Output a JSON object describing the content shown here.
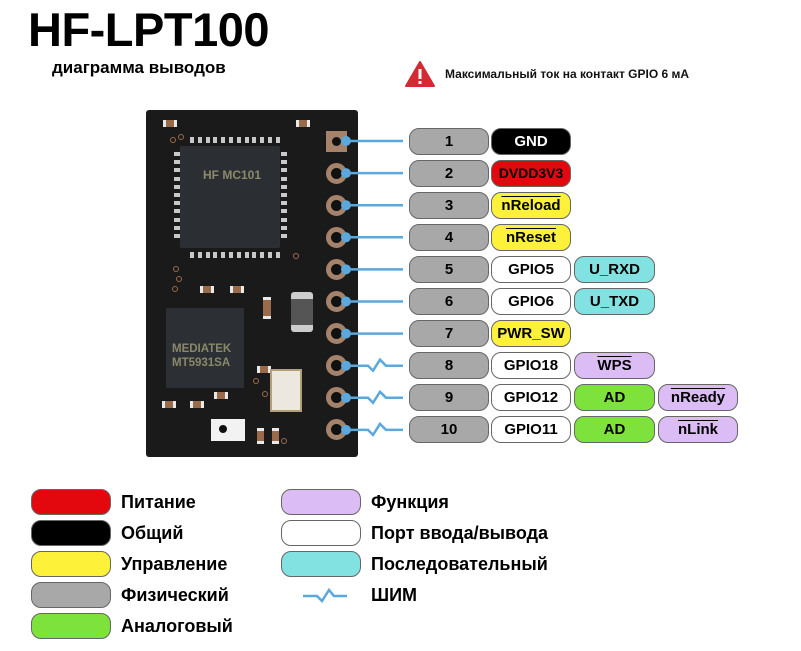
{
  "header": {
    "title": "HF-LPT100",
    "subtitle": "диаграмма выводов"
  },
  "warning": {
    "icon": "warning-triangle-icon",
    "text": "Максимальный ток на контакт GPIO 6 мА",
    "color": "#d42a34"
  },
  "board": {
    "chip_main": "HF MC101",
    "chip_rf_line1": "MEDIATEK",
    "chip_rf_line2": "MT5931SA"
  },
  "colors": {
    "power": "#e3080e",
    "ground": "#000000",
    "control": "#fdf13a",
    "physical": "#a8a8a8",
    "analog": "#7ee23d",
    "function": "#dcbcf5",
    "io_port": "#ffffff",
    "serial": "#82e2e2",
    "wire": "#5aa8dc"
  },
  "pins": [
    {
      "number": "1",
      "pwm": false,
      "labels": [
        {
          "text": "GND",
          "type": "ground",
          "overline": false
        }
      ]
    },
    {
      "number": "2",
      "pwm": false,
      "labels": [
        {
          "text": "DVDD3V3",
          "type": "power",
          "overline": false
        }
      ]
    },
    {
      "number": "3",
      "pwm": false,
      "labels": [
        {
          "text": "nReload",
          "type": "control",
          "overline": true
        }
      ]
    },
    {
      "number": "4",
      "pwm": false,
      "labels": [
        {
          "text": "nReset",
          "type": "control",
          "overline": true
        }
      ]
    },
    {
      "number": "5",
      "pwm": false,
      "labels": [
        {
          "text": "GPIO5",
          "type": "io_port",
          "overline": false
        },
        {
          "text": "U_RXD",
          "type": "serial",
          "overline": false
        }
      ]
    },
    {
      "number": "6",
      "pwm": false,
      "labels": [
        {
          "text": "GPIO6",
          "type": "io_port",
          "overline": false
        },
        {
          "text": "U_TXD",
          "type": "serial",
          "overline": false
        }
      ]
    },
    {
      "number": "7",
      "pwm": false,
      "labels": [
        {
          "text": "PWR_SW",
          "type": "control",
          "overline": false
        }
      ]
    },
    {
      "number": "8",
      "pwm": true,
      "labels": [
        {
          "text": "GPIO18",
          "type": "io_port",
          "overline": false
        },
        {
          "text": "WPS",
          "type": "function",
          "overline": true
        }
      ]
    },
    {
      "number": "9",
      "pwm": true,
      "labels": [
        {
          "text": "GPIO12",
          "type": "io_port",
          "overline": false
        },
        {
          "text": "AD",
          "type": "analog",
          "overline": false
        },
        {
          "text": "nReady",
          "type": "function",
          "overline": true
        }
      ]
    },
    {
      "number": "10",
      "pwm": true,
      "labels": [
        {
          "text": "GPIO11",
          "type": "io_port",
          "overline": false
        },
        {
          "text": "AD",
          "type": "analog",
          "overline": false
        },
        {
          "text": "nLink",
          "type": "function",
          "overline": true
        }
      ]
    }
  ],
  "legend": {
    "left": [
      {
        "label": "Питание",
        "type": "power"
      },
      {
        "label": "Общий",
        "type": "ground"
      },
      {
        "label": "Управление",
        "type": "control"
      },
      {
        "label": "Физический",
        "type": "physical"
      },
      {
        "label": "Аналоговый",
        "type": "analog"
      }
    ],
    "right": [
      {
        "label": "Функция",
        "type": "function"
      },
      {
        "label": "Порт ввода/вывода",
        "type": "io_port"
      },
      {
        "label": "Последовательный",
        "type": "serial"
      },
      {
        "label": "ШИМ",
        "type": "pwm-wave"
      }
    ]
  }
}
